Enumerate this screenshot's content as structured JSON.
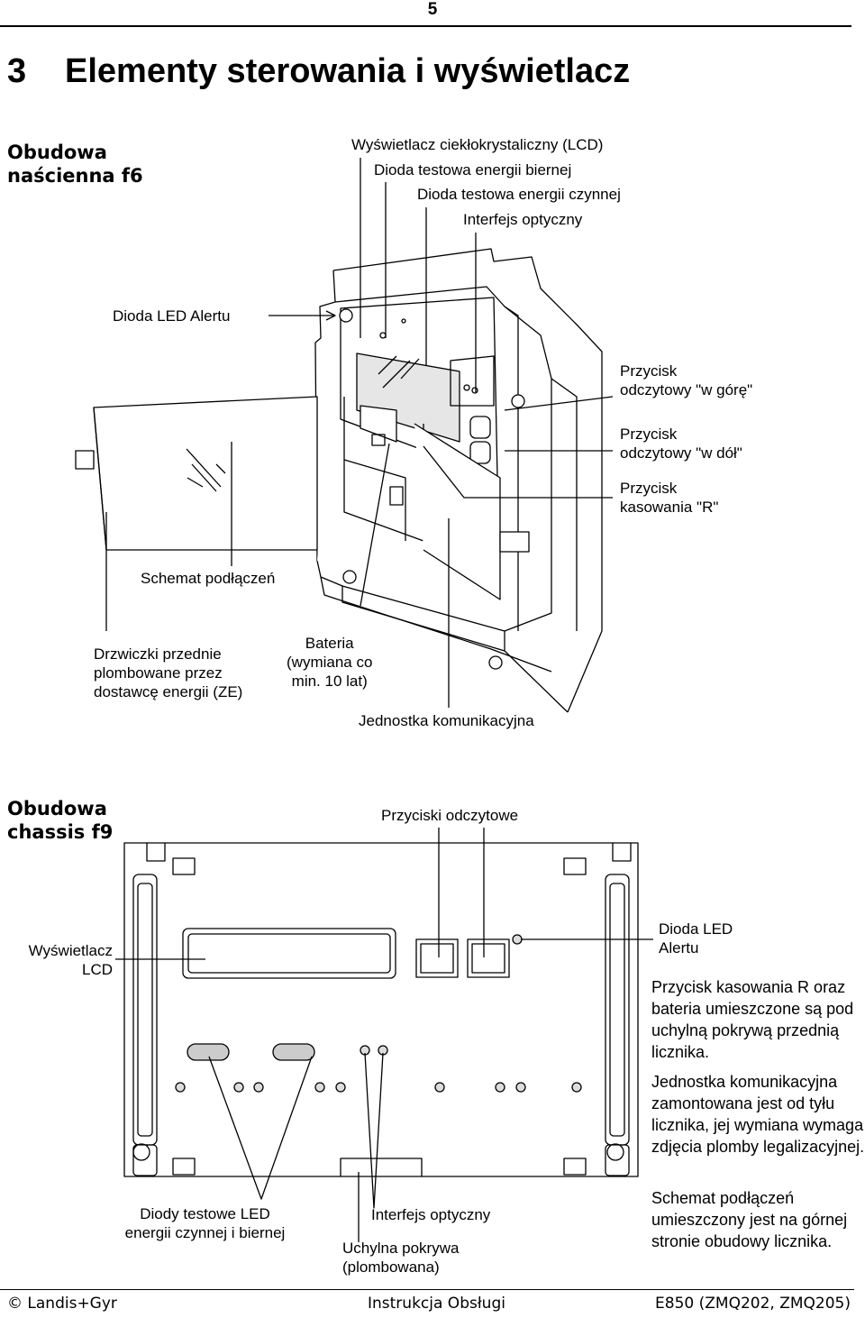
{
  "page_number": "5",
  "heading": {
    "number": "3",
    "title": "Elementy sterowania i wyświetlacz"
  },
  "section1": {
    "title_line1": "Obudowa",
    "title_line2": "naścienna f6",
    "labels": {
      "lcd": "Wyświetlacz ciekłokrystaliczny (LCD)",
      "led_reactive": "Dioda testowa energii biernej",
      "led_active": "Dioda testowa energii czynnej",
      "optical": "Interfejs optyczny",
      "alert_led": "Dioda LED Alertu",
      "btn_up_1": "Przycisk",
      "btn_up_2": "odczytowy \"w górę\"",
      "btn_down_1": "Przycisk",
      "btn_down_2": "odczytowy \"w dół\"",
      "btn_reset_1": "Przycisk",
      "btn_reset_2": "kasowania \"R\"",
      "wiring": "Schemat podłączeń",
      "door_1": "Drzwiczki przednie",
      "door_2": "plombowane przez",
      "door_3": "dostawcę energii (ZE)",
      "battery_1": "Bateria",
      "battery_2": "(wymiana co",
      "battery_3": "min. 10 lat)",
      "comm_unit": "Jednostka komunikacyjna"
    }
  },
  "section2": {
    "title_line1": "Obudowa",
    "title_line2": "chassis f9",
    "labels": {
      "buttons": "Przyciski odczytowe",
      "lcd_1": "Wyświetlacz",
      "lcd_2": "LCD",
      "alert_1": "Dioda LED",
      "alert_2": "Alertu",
      "leds_1": "Diody testowe LED",
      "leds_2": "energii czynnej i biernej",
      "optical": "Interfejs optyczny",
      "cover_1": "Uchylna pokrywa",
      "cover_2": "(plombowana)"
    },
    "notes": [
      "Przycisk kasowania R oraz bateria umieszczone są pod uchylną pokrywą przednią licznika.",
      "Jednostka komunikacyjna zamontowana jest od tyłu licznika, jej wymiana wymaga zdjęcia plomby legalizacyjnej.",
      "Schemat podłączeń umieszczony jest na górnej stronie obudowy licznika."
    ]
  },
  "footer": {
    "left": "© Landis+Gyr",
    "center": "Instrukcja Obsługi",
    "right": "E850 (ZMQ202, ZMQ205)"
  }
}
